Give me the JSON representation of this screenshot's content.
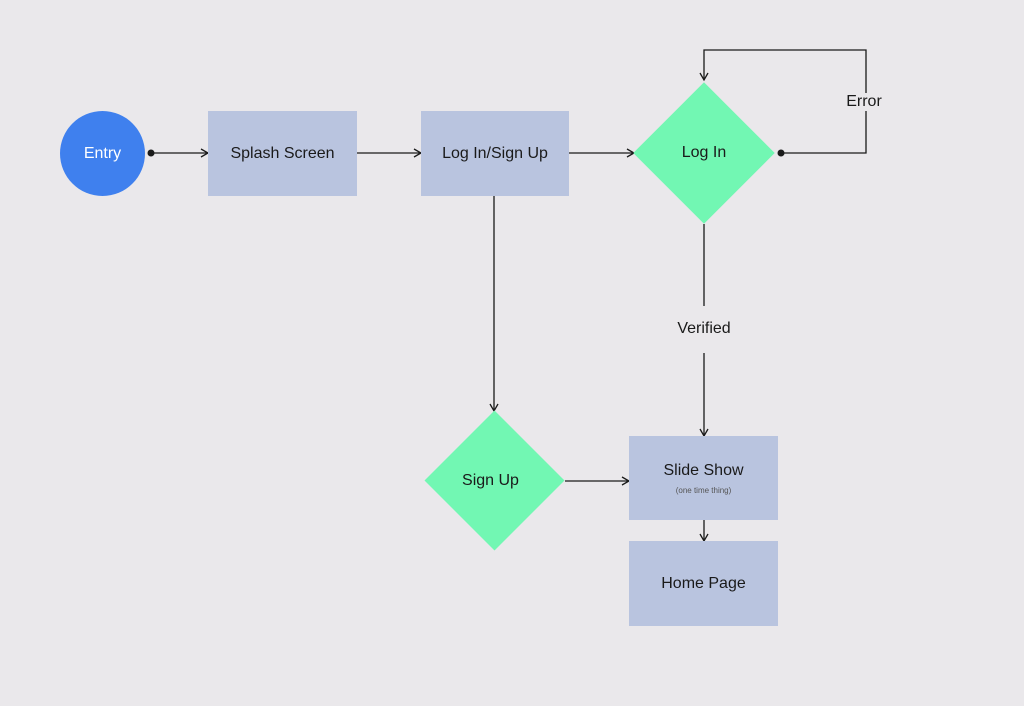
{
  "nodes": {
    "entry": "Entry",
    "splash": "Splash Screen",
    "login_signup": "Log In/Sign Up",
    "login": "Log In",
    "signup": "Sign Up",
    "slideshow": "Slide Show",
    "slideshow_note": "(one time thing)",
    "home": "Home Page"
  },
  "edges": {
    "error": "Error",
    "verified": "Verified"
  },
  "colors": {
    "background": "#eae8eb",
    "entry": "#3f80ee",
    "screen": "#b9c4df",
    "decision": "#72f7b3",
    "line": "#1a1a1a"
  }
}
